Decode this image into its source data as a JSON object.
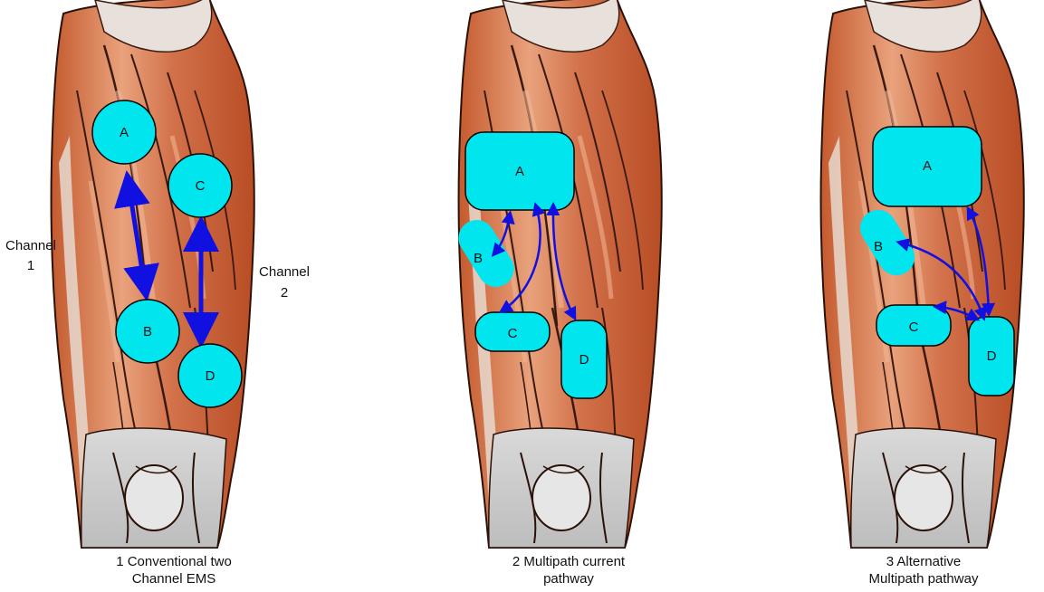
{
  "panels": [
    {
      "caption_line1": "1 Conventional two",
      "caption_line2": "Channel EMS",
      "pads": {
        "a": "A",
        "b": "B",
        "c": "C",
        "d": "D"
      },
      "channel1_line1": "Channel",
      "channel1_line2": "1",
      "channel2_line1": "Channel",
      "channel2_line2": "2"
    },
    {
      "caption_line1": "2 Multipath current",
      "caption_line2": "pathway",
      "pads": {
        "a": "A",
        "b": "B",
        "c": "C",
        "d": "D"
      }
    },
    {
      "caption_line1": "3 Alternative",
      "caption_line2": "Multipath pathway",
      "pads": {
        "a": "A",
        "b": "B",
        "c": "C",
        "d": "D"
      }
    }
  ],
  "colors": {
    "pad_fill": "#00e5ee",
    "pad_stroke": "#000000",
    "arrow": "#1010e0",
    "muscle_light": "#e8a07a",
    "muscle_dark": "#c0552a",
    "muscle_line": "#3a1a10"
  }
}
